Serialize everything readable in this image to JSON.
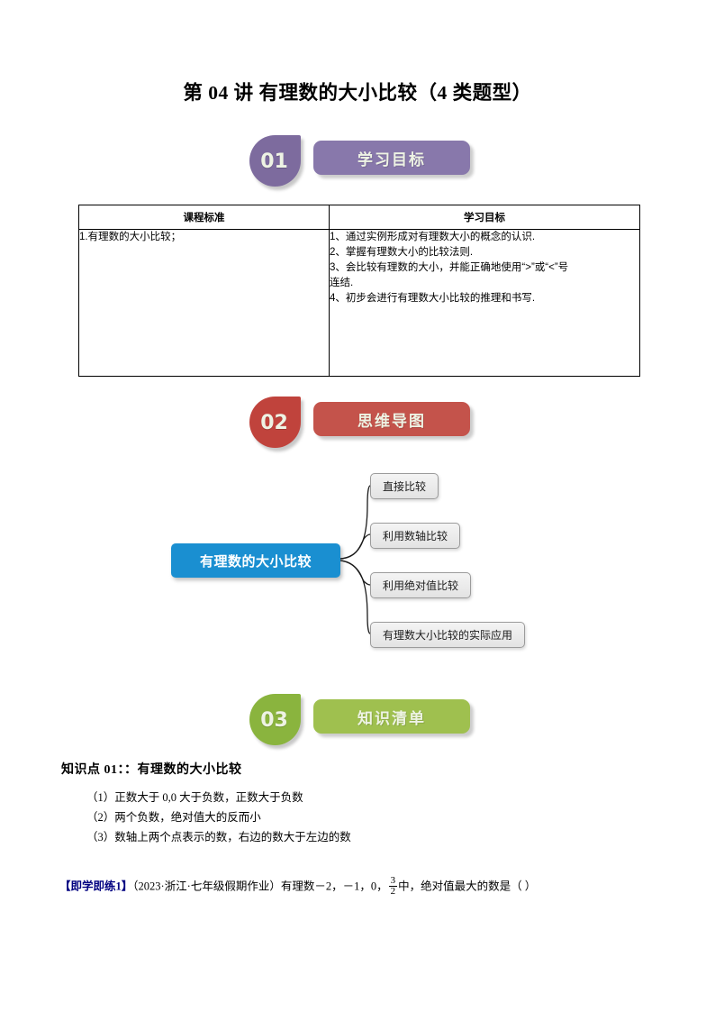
{
  "page": {
    "title": "第 04 讲 有理数的大小比较（4 类题型）"
  },
  "sections": [
    {
      "number": "01",
      "label": "学习目标",
      "badge_color": "#7d6b9e",
      "pill_color": "#8878ab"
    },
    {
      "number": "02",
      "label": "思维导图",
      "badge_color": "#c0433c",
      "pill_color": "#c4534b"
    },
    {
      "number": "03",
      "label": "知识清单",
      "badge_color": "#8ab43e",
      "pill_color": "#9fc04f"
    }
  ],
  "objectives_table": {
    "headers": [
      "课程标准",
      "学习目标"
    ],
    "left_cell": "1.有理数的大小比较；",
    "right_cell_lines": [
      "1、通过实例形成对有理数大小的概念的认识.",
      "2、掌握有理数大小的比较法则.",
      "3、会比较有理数的大小，并能正确地使用“>”或“<”号",
      "连结.",
      "4、初步会进行有理数大小比较的推理和书写."
    ]
  },
  "mindmap": {
    "root": "有理数的大小比较",
    "root_color": "#1a8fd1",
    "branches": [
      "直接比较",
      "利用数轴比较",
      "利用绝对值比较",
      "有理数大小比较的实际应用"
    ]
  },
  "knowledge": {
    "heading": "知识点 01：：有理数的大小比较",
    "items": [
      "（1）正数大于 0,0 大于负数，正数大于负数",
      "（2）两个负数，绝对值大的反而小",
      "（3）数轴上两个点表示的数，右边的数大于左边的数"
    ]
  },
  "exercise": {
    "tag": "【即学即练1】",
    "source": "（2023·浙江·七年级假期作业）",
    "text_before": "有理数",
    "numbers": "－2，－1，0，",
    "fraction_num": "3",
    "fraction_den": "2",
    "text_after": "中，绝对值最大的数是（    ）",
    "tag_color": "#000080"
  }
}
